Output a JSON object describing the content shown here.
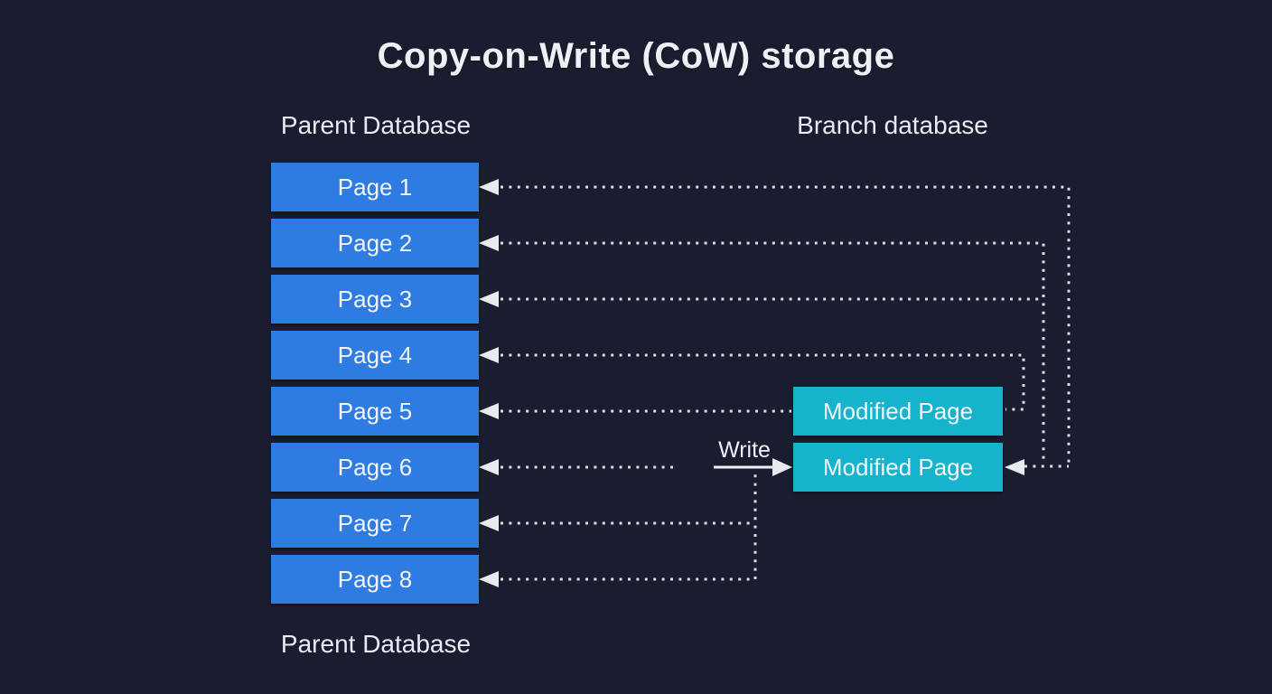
{
  "title": "Copy-on-Write (CoW) storage",
  "parent": {
    "label_top": "Parent Database",
    "label_bottom": "Parent Database",
    "pages": [
      "Page 1",
      "Page 2",
      "Page 3",
      "Page 4",
      "Page 5",
      "Page 6",
      "Page 7",
      "Page 8"
    ]
  },
  "branch": {
    "label": "Branch database",
    "modified_pages": [
      "Modified Page",
      "Modified Page"
    ]
  },
  "write_label": "Write",
  "colors": {
    "background": "#1a1d2f",
    "page_box": "#2e7ce2",
    "modified_box": "#16b3cc",
    "connector": "#d9dbe0",
    "text": "#edeff4"
  }
}
